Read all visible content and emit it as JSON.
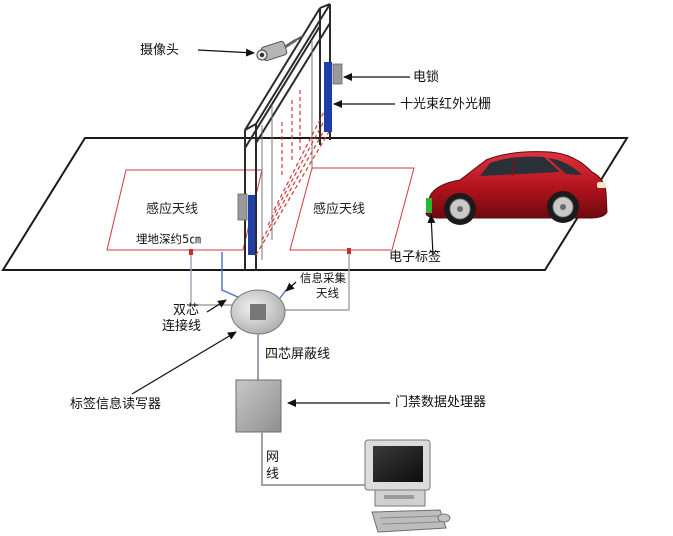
{
  "labels": {
    "camera": "摄像头",
    "electric_lock": "电锁",
    "ir_light_curtain": "十光束红外光栅",
    "antenna_left": "感应天线",
    "antenna_right": "感应天线",
    "burial_depth": "埋地深约5㎝",
    "electronic_tag": "电子标签",
    "info_collect_line1": "信息采集",
    "info_collect_line2": "天线",
    "twin_core_line1": "双芯",
    "twin_core_line2": "连接线",
    "four_core_shield": "四芯屏蔽线",
    "tag_reader": "标签信息读写器",
    "access_processor": "门禁数据处理器",
    "net_line1": "网",
    "net_line2": "线"
  },
  "colors": {
    "loop_red": "#d03a3a",
    "lock_blue": "#1f3ea8",
    "car_red": "#b1121c",
    "tag_green": "#2fb52f",
    "device_gray": "#a9a9a9",
    "cable_gray": "#9aa4b0",
    "cable_blue": "#4a70c8"
  }
}
